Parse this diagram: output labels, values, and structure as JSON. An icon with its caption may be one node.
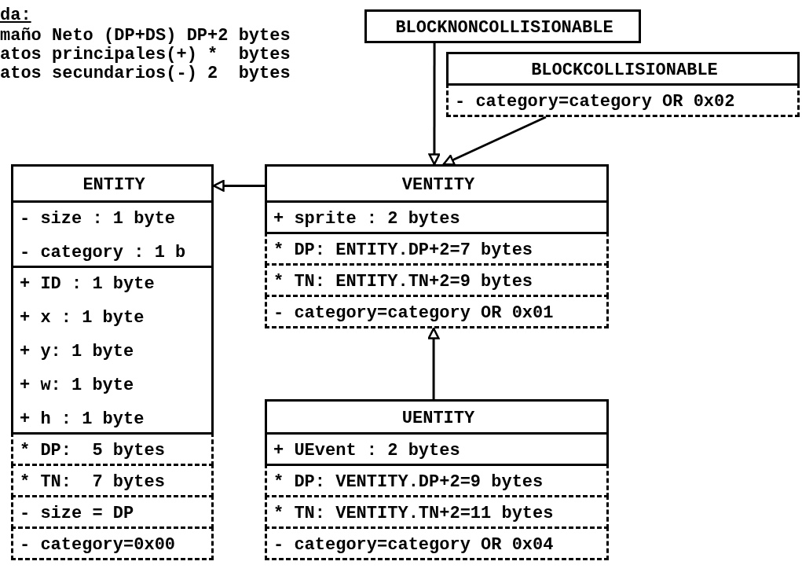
{
  "diagram": {
    "nodes": [
      {
        "text": [
          "BLOCKNONCOLLISIONABLE"
        ]
      },
      {
        "text": [
          "BLOCKCOLLISIONABLE",
          "- category=category OR 0x02"
        ]
      },
      {
        "text": [
          "ENTITY",
          "- size : 1 byte",
          "- category : 1 b",
          "+ ID : 1 byte",
          "+ x : 1 byte",
          "+ y: 1 byte",
          "+ w: 1 byte",
          "+ h : 1 byte",
          "* DP:  5 bytes",
          "* TN:  7 bytes",
          "- size = DP",
          "- category=0x00"
        ]
      },
      {
        "text": [
          "VENTITY",
          "+ sprite : 2 bytes",
          "* DP: ENTITY.DP+2=7 bytes",
          "* TN: ENTITY.TN+2=9 bytes",
          "- category=category OR 0x01"
        ]
      },
      {
        "text": [
          "UENTITY",
          "+ UEvent : 2 bytes",
          "* DP: VENTITY.DP+2=9 bytes",
          "* TN: VENTITY.TN+2=11 bytes",
          "- category=category OR 0x04"
        ]
      }
    ],
    "edges": [
      {
        "from": 0,
        "to": 3,
        "arrow": "to"
      },
      {
        "from": 1,
        "to": 3,
        "arrow": "to"
      },
      {
        "from": 3,
        "to": 2,
        "arrow": "to"
      },
      {
        "from": 4,
        "to": 3,
        "arrow": "to"
      }
    ],
    "labels": [
      "da:",
      "maño Neto (DP+DS) DP+2 bytes",
      "atos principales(+) *  bytes",
      "atos secundarios(-) 2  bytes"
    ]
  }
}
